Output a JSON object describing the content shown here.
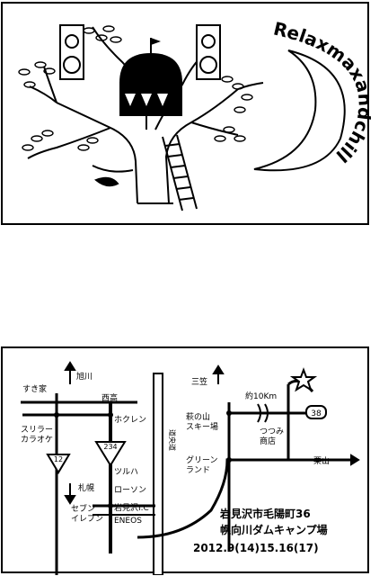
{
  "front": {
    "brand": "Relaxmaxandchill"
  },
  "back": {
    "labels": {
      "sukiya": "すき家",
      "asahikawa": "旭川",
      "nishitaka": "西高",
      "hokuren": "ホクレン",
      "sapporo": "札幌",
      "highway": "道央道",
      "tsuruha": "ツルハ",
      "lawson": "ローソン",
      "iwamizawa_ic": "岩見沢I.C",
      "eneos": "ENEOS",
      "seven_eleven": "セブン\nイレブン",
      "slurry_karaoke": "スリラー\nカラオケ",
      "mikasa": "三笠",
      "about_10km": "約10Km",
      "hagino_yama": "萩の山\nスキー場",
      "tsutsumi": "つつみ\n商店",
      "green_land": "グリーン\nランド",
      "kuriyama": "栗山",
      "route_12": "12",
      "route_234": "234",
      "route_38": "38"
    },
    "address_line1": "岩見沢市毛陽町36",
    "address_line2": "幌向川ダムキャンプ場",
    "dates": "2012.9(14)15.16(17)"
  }
}
